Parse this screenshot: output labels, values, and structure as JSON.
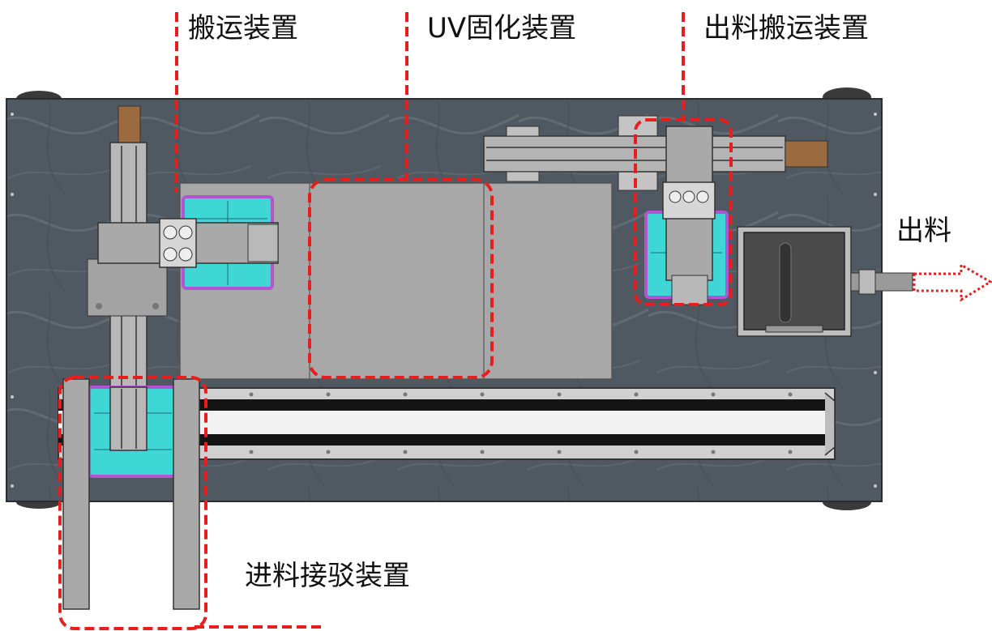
{
  "labels": {
    "transport": "搬运装置",
    "uv_cure": "UV固化装置",
    "output_transport": "出料搬运装置",
    "output": "出料",
    "feed_connect": "进料接驳装置"
  },
  "colors": {
    "callout": "#e81e1e",
    "base_plate": "#4f5761",
    "metal": "#a9a9a9",
    "tray": "#3fd6d6",
    "tray_border": "#b255d0"
  }
}
